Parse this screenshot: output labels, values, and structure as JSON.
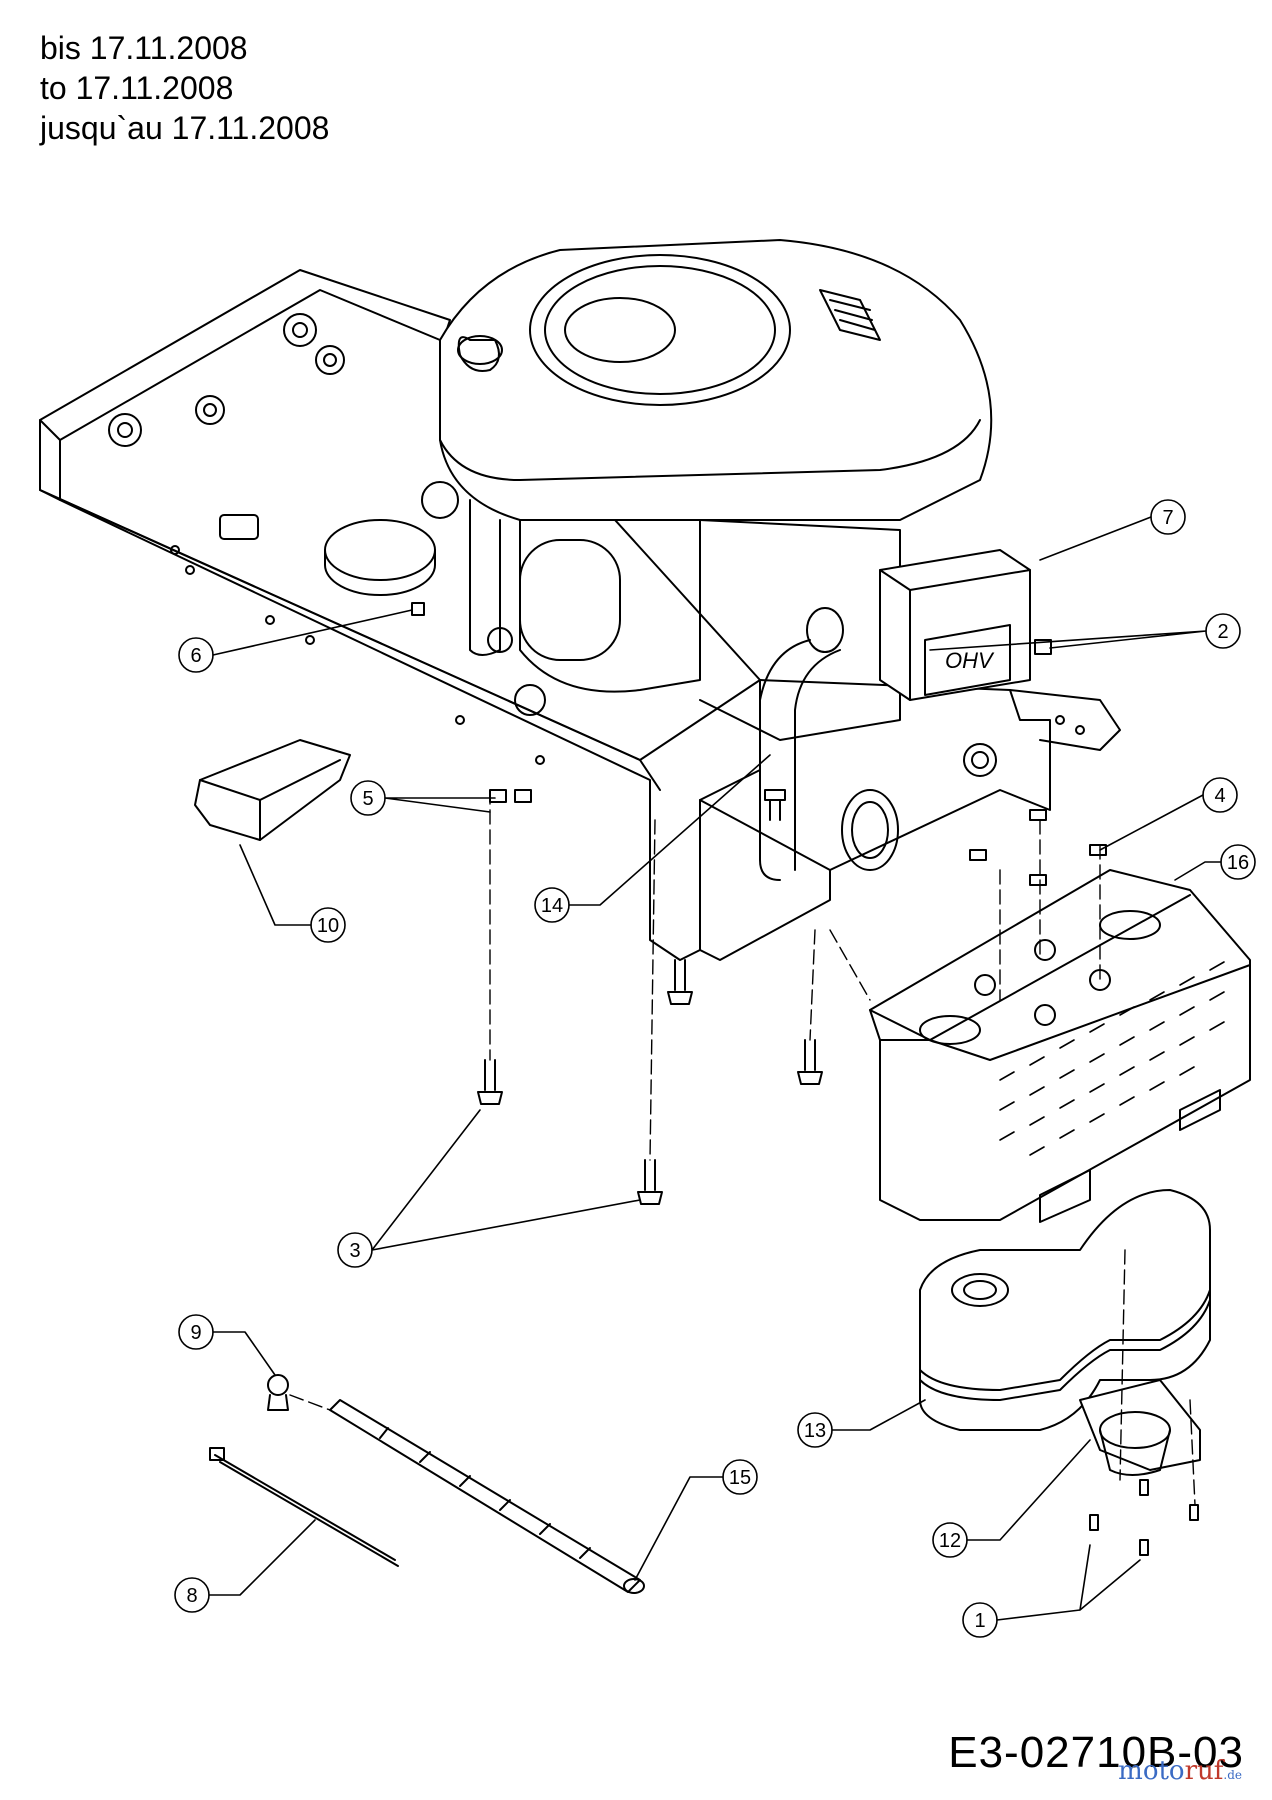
{
  "header": {
    "line1": "bis 17.11.2008",
    "line2": "to 17.11.2008",
    "line3": "jusqu`au 17.11.2008"
  },
  "engine_label": "OHV",
  "drawing_code": "E3-02710B-03",
  "watermark": {
    "part1": "moto",
    "part2": "ruf",
    "part3": ".de"
  },
  "callouts": [
    "1",
    "2",
    "3",
    "4",
    "5",
    "6",
    "7",
    "8",
    "9",
    "10",
    "12",
    "13",
    "14",
    "15",
    "16"
  ]
}
